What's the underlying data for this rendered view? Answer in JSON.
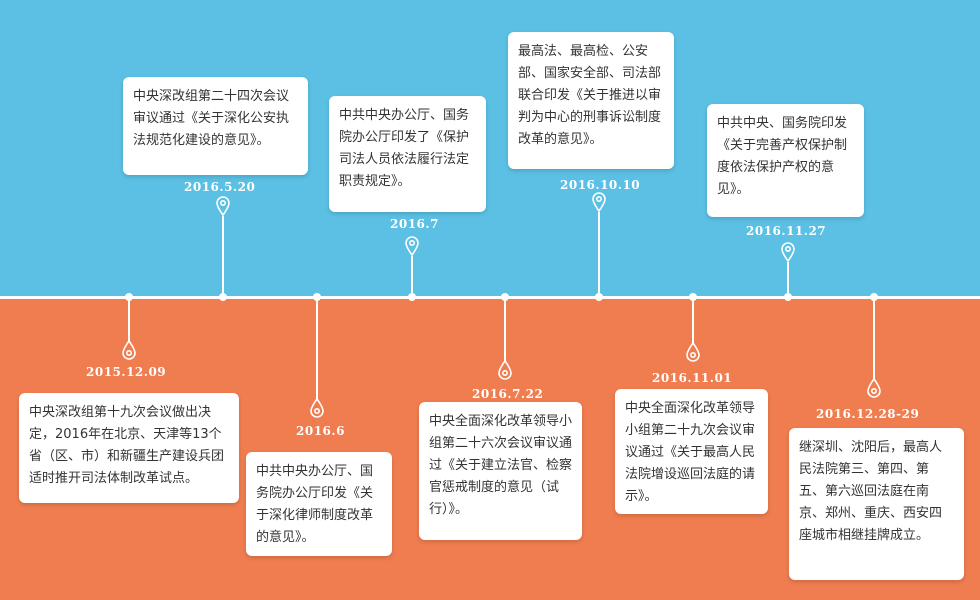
{
  "colors": {
    "top": "#5bc0e4",
    "bottom": "#ef7d50"
  },
  "events_top": [
    {
      "date": "2016.5.20",
      "text": "中央深改组第二十四次会议审议通过《关于深化公安执法规范化建设的意见》。"
    },
    {
      "date": "2016.7",
      "text": "中共中央办公厅、国务院办公厅印发了《保护司法人员依法履行法定职责规定》。"
    },
    {
      "date": "2016.10.10",
      "text": "最高法、最高检、公安部、国家安全部、司法部联合印发《关于推进以审判为中心的刑事诉讼制度改革的意见》。"
    },
    {
      "date": "2016.11.27",
      "text": "中共中央、国务院印发《关于完善产权保护制度依法保护产权的意见》。"
    }
  ],
  "events_bottom": [
    {
      "date": "2015.12.09",
      "text": "中央深改组第十九次会议做出决定，2016年在北京、天津等13个省（区、市）和新疆生产建设兵团适时推开司法体制改革试点。"
    },
    {
      "date": "2016.6",
      "text": "中共中央办公厅、国务院办公厅印发《关于深化律师制度改革的意见》。"
    },
    {
      "date": "2016.7.22",
      "text": "中央全面深化改革领导小组第二十六次会议审议通过《关于建立法官、检察官惩戒制度的意见（试行）》。"
    },
    {
      "date": "2016.11.01",
      "text": "中央全面深化改革领导小组第二十九次会议审议通过《关于最高人民法院增设巡回法庭的请示》。"
    },
    {
      "date": "2016.12.28-29",
      "text": "继深圳、沈阳后，最高人民法院第三、第四、第五、第六巡回法庭在南京、郑州、重庆、西安四座城市相继挂牌成立。"
    }
  ]
}
